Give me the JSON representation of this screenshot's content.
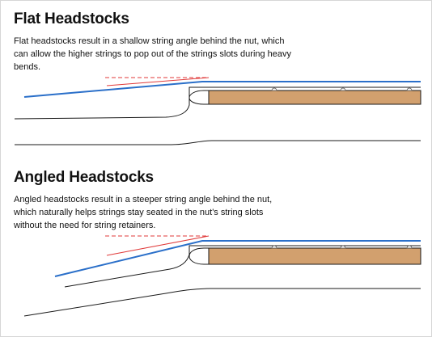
{
  "sections": {
    "flat": {
      "title": "Flat Headstocks",
      "description": "Flat headstocks result in a shallow string angle behind the nut, which can allow the higher strings to pop out of the strings slots during heavy bends."
    },
    "angled": {
      "title": "Angled Headstocks",
      "description": "Angled headstocks result in a steeper string angle behind the nut, which naturally helps strings stay seated in the nut's string slots without the need for string retainers."
    }
  },
  "colors": {
    "string": "#2a6fc9",
    "angle_indicator": "#e03a3a",
    "fretboard": "#d2a06e",
    "outline": "#1a1a1a"
  }
}
